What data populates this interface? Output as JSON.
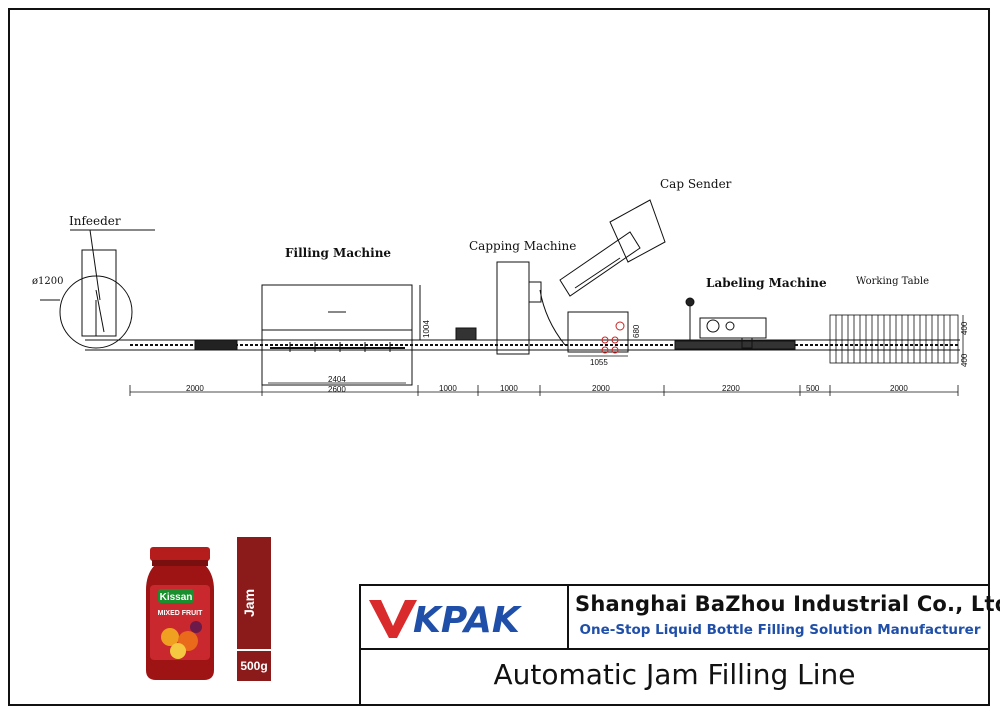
{
  "labels": {
    "infeeder": "Infeeder",
    "diameter": "ø1200",
    "filling_machine": "Filling Machine",
    "capping_machine": "Capping Machine",
    "cap_sender": "Cap Sender",
    "labeling_machine": "Labeling Machine",
    "working_table": "Working Table"
  },
  "dimensions": {
    "infeeder_len": "2000",
    "filler_inner": "2404",
    "filler_len": "2600",
    "filler_height": "1004",
    "gap1": "1000",
    "capper_len": "1000",
    "cap_section": "2000",
    "cap_width": "1055",
    "cap_height": "680",
    "labeler_len": "2200",
    "gap2": "500",
    "table_len": "2000",
    "table_w1": "400",
    "table_w2": "400"
  },
  "product": {
    "brand": "Kissan",
    "variant": "MIXED FRUIT",
    "category": "Jam",
    "weight": "500g"
  },
  "company": {
    "logo": "VKPAK",
    "name": "Shanghai BaZhou Industrial Co., Ltd.",
    "slogan": "One-Stop Liquid Bottle Filling Solution Manufacturer"
  },
  "title": "Automatic Jam Filling Line",
  "colors": {
    "logo_red": "#d92b2b",
    "logo_blue": "#1f4fa8",
    "banner_red": "#8b1a1a",
    "slogan_blue": "#1f4fa8"
  }
}
